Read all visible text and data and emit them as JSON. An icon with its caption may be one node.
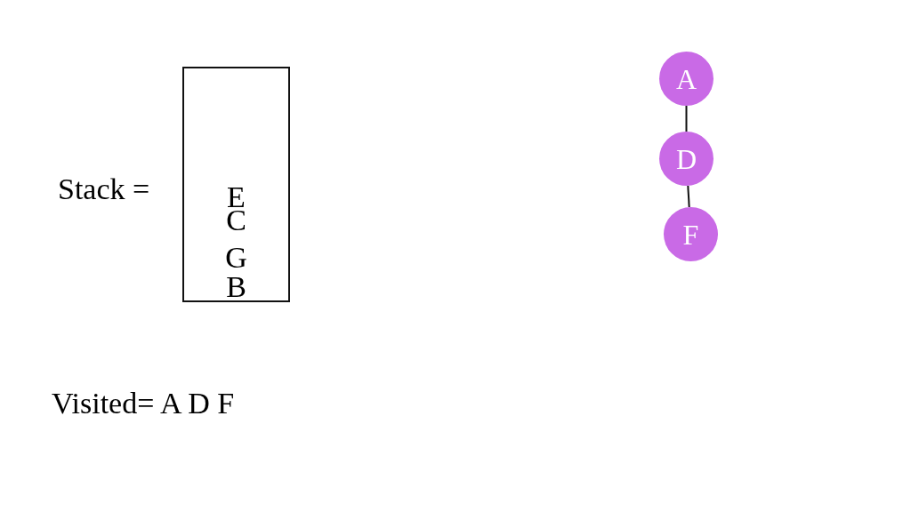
{
  "diagram": {
    "nodes": [
      {
        "text": [
          "E",
          "C",
          "G",
          "B"
        ],
        "beside": [
          "Stack ="
        ]
      },
      {
        "text": [
          "A"
        ]
      },
      {
        "text": [
          "D"
        ]
      },
      {
        "text": [
          "F"
        ]
      }
    ],
    "edges": [
      {
        "from": 1,
        "to": 2,
        "arrow": "none"
      },
      {
        "from": 2,
        "to": 3,
        "arrow": "none"
      }
    ],
    "labels": [
      "Visited= A D F"
    ]
  }
}
